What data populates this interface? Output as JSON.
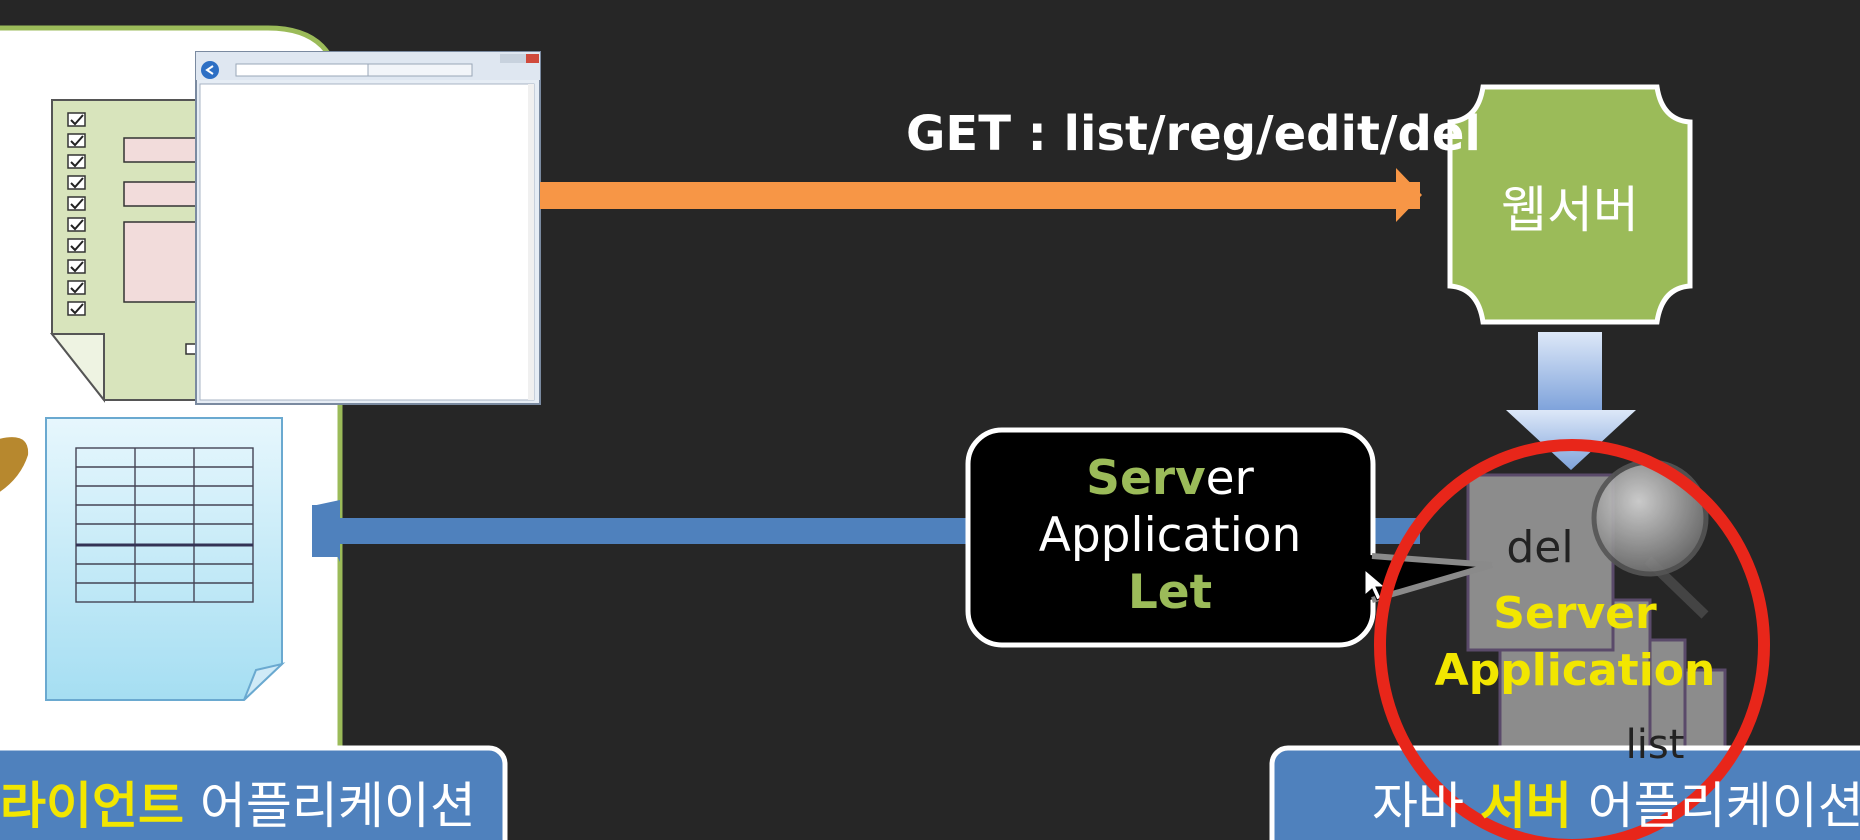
{
  "get_request": {
    "label": "GET : list/reg/edit/del"
  },
  "web_server": {
    "label": "웹서버"
  },
  "callout": {
    "line1_highlight": "Serv",
    "line1_rest": "er",
    "line2": "Application",
    "line3": "Let"
  },
  "pages": {
    "del": "del",
    "list": "list"
  },
  "server_app": {
    "line1": "Server",
    "line2": "Application"
  },
  "client_banner": {
    "highlight": "라이언트",
    "rest": " 어플리케이션"
  },
  "server_banner": {
    "prefix": "자바 ",
    "highlight": "서버",
    "rest": " 어플리케이션"
  },
  "colors": {
    "background": "#262626",
    "request_arrow": "#f79646",
    "response_arrow": "#4f81bd",
    "web_server": "#9bbb59",
    "highlight_circle": "#e8261a",
    "banner": "#4f81bd",
    "yellow_text": "#f2e600",
    "green_text": "#9bbb59"
  }
}
